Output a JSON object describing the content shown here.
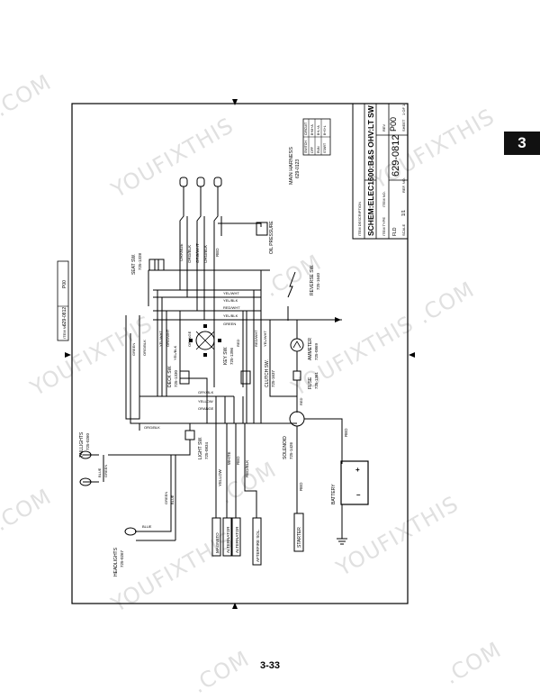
{
  "page": {
    "section_tab": "3",
    "page_number": "3-33"
  },
  "watermark": ".COM YOUFIXTHIS",
  "title_block": {
    "item_description_label": "ITEM DESCRIPTION",
    "title": "SCHEM:ELEC1600:B&S OHV:LT SW",
    "item_no_label": "ITEM NO.",
    "item_no": "629-0812",
    "rev_label": "REV",
    "rev": "P00",
    "item_type_label": "ITEM TYPE",
    "item_type": "FLD",
    "scale_label": "SCALE",
    "scale": "1/1",
    "sheet_label": "SHEET",
    "sheet": "1 OF 1",
    "ref_label": "REF. NO."
  },
  "side_label": {
    "item_no_label": "ITEM NO.",
    "item_no": "629-0812",
    "rev": "P00"
  },
  "wiring_chart": {
    "headers": [
      "SWITCH",
      "CIRCUIT"
    ],
    "rows": [
      [
        "OFF",
        "B+M+A"
      ],
      [
        "RUN",
        "B+L+A"
      ],
      [
        "START",
        "B+S+L"
      ]
    ]
  },
  "labels": {
    "main_harness": "MAIN HARNESS",
    "main_harness_pn": "629-0123",
    "oil_pressure": "OIL PRESSURE",
    "seat_sw": "SEAT SW.",
    "seat_sw_pn": "725-1328",
    "reverse_sw": "REVERSE SW.",
    "reverse_sw_pn": "725-1640",
    "deck_sw": "DECK SW.",
    "deck_sw_pn": "725-1330",
    "key_sw": "KEY SW.",
    "key_sw_pn": "725-1396",
    "clutch_sw": "CLUTCH SW.",
    "clutch_sw_pn": "725-1637",
    "ammeter": "AMMETER",
    "ammeter_pn": "725-0869",
    "fuse": "FUSE",
    "fuse_pn": "725-1361",
    "solenoid": "SOLENOID",
    "solenoid_pn": "725-1426",
    "battery": "BATTERY",
    "starter": "STARTER",
    "magneto": "MAGNETO",
    "alternator_1": "ALTERNATOR",
    "alternator_2": "ALTERNATOR",
    "afterfire_sol": "AFTERFIRE SOL.",
    "light_sw": "LIGHT SW.",
    "light_sw_pn": "725-0834",
    "taillights": "TAILLIGHTS",
    "taillights_pn": "725-0260",
    "headlights": "HEADLIGHTS",
    "headlights_pn": "725-0267"
  },
  "wires": {
    "orange": "ORANGE",
    "org_blk": "ORG/BLK",
    "org_wht": "ORG/WHT",
    "red": "RED",
    "red_wht": "RED/WHT",
    "red_blk": "RED/BLK",
    "yel_blk": "YEL/BLK",
    "yel_wht": "YEL/WHT",
    "yellow": "YELLOW",
    "green": "GREEN",
    "blue": "BLUE",
    "white": "WHITE",
    "gray_blk": "GRY/BLK"
  }
}
